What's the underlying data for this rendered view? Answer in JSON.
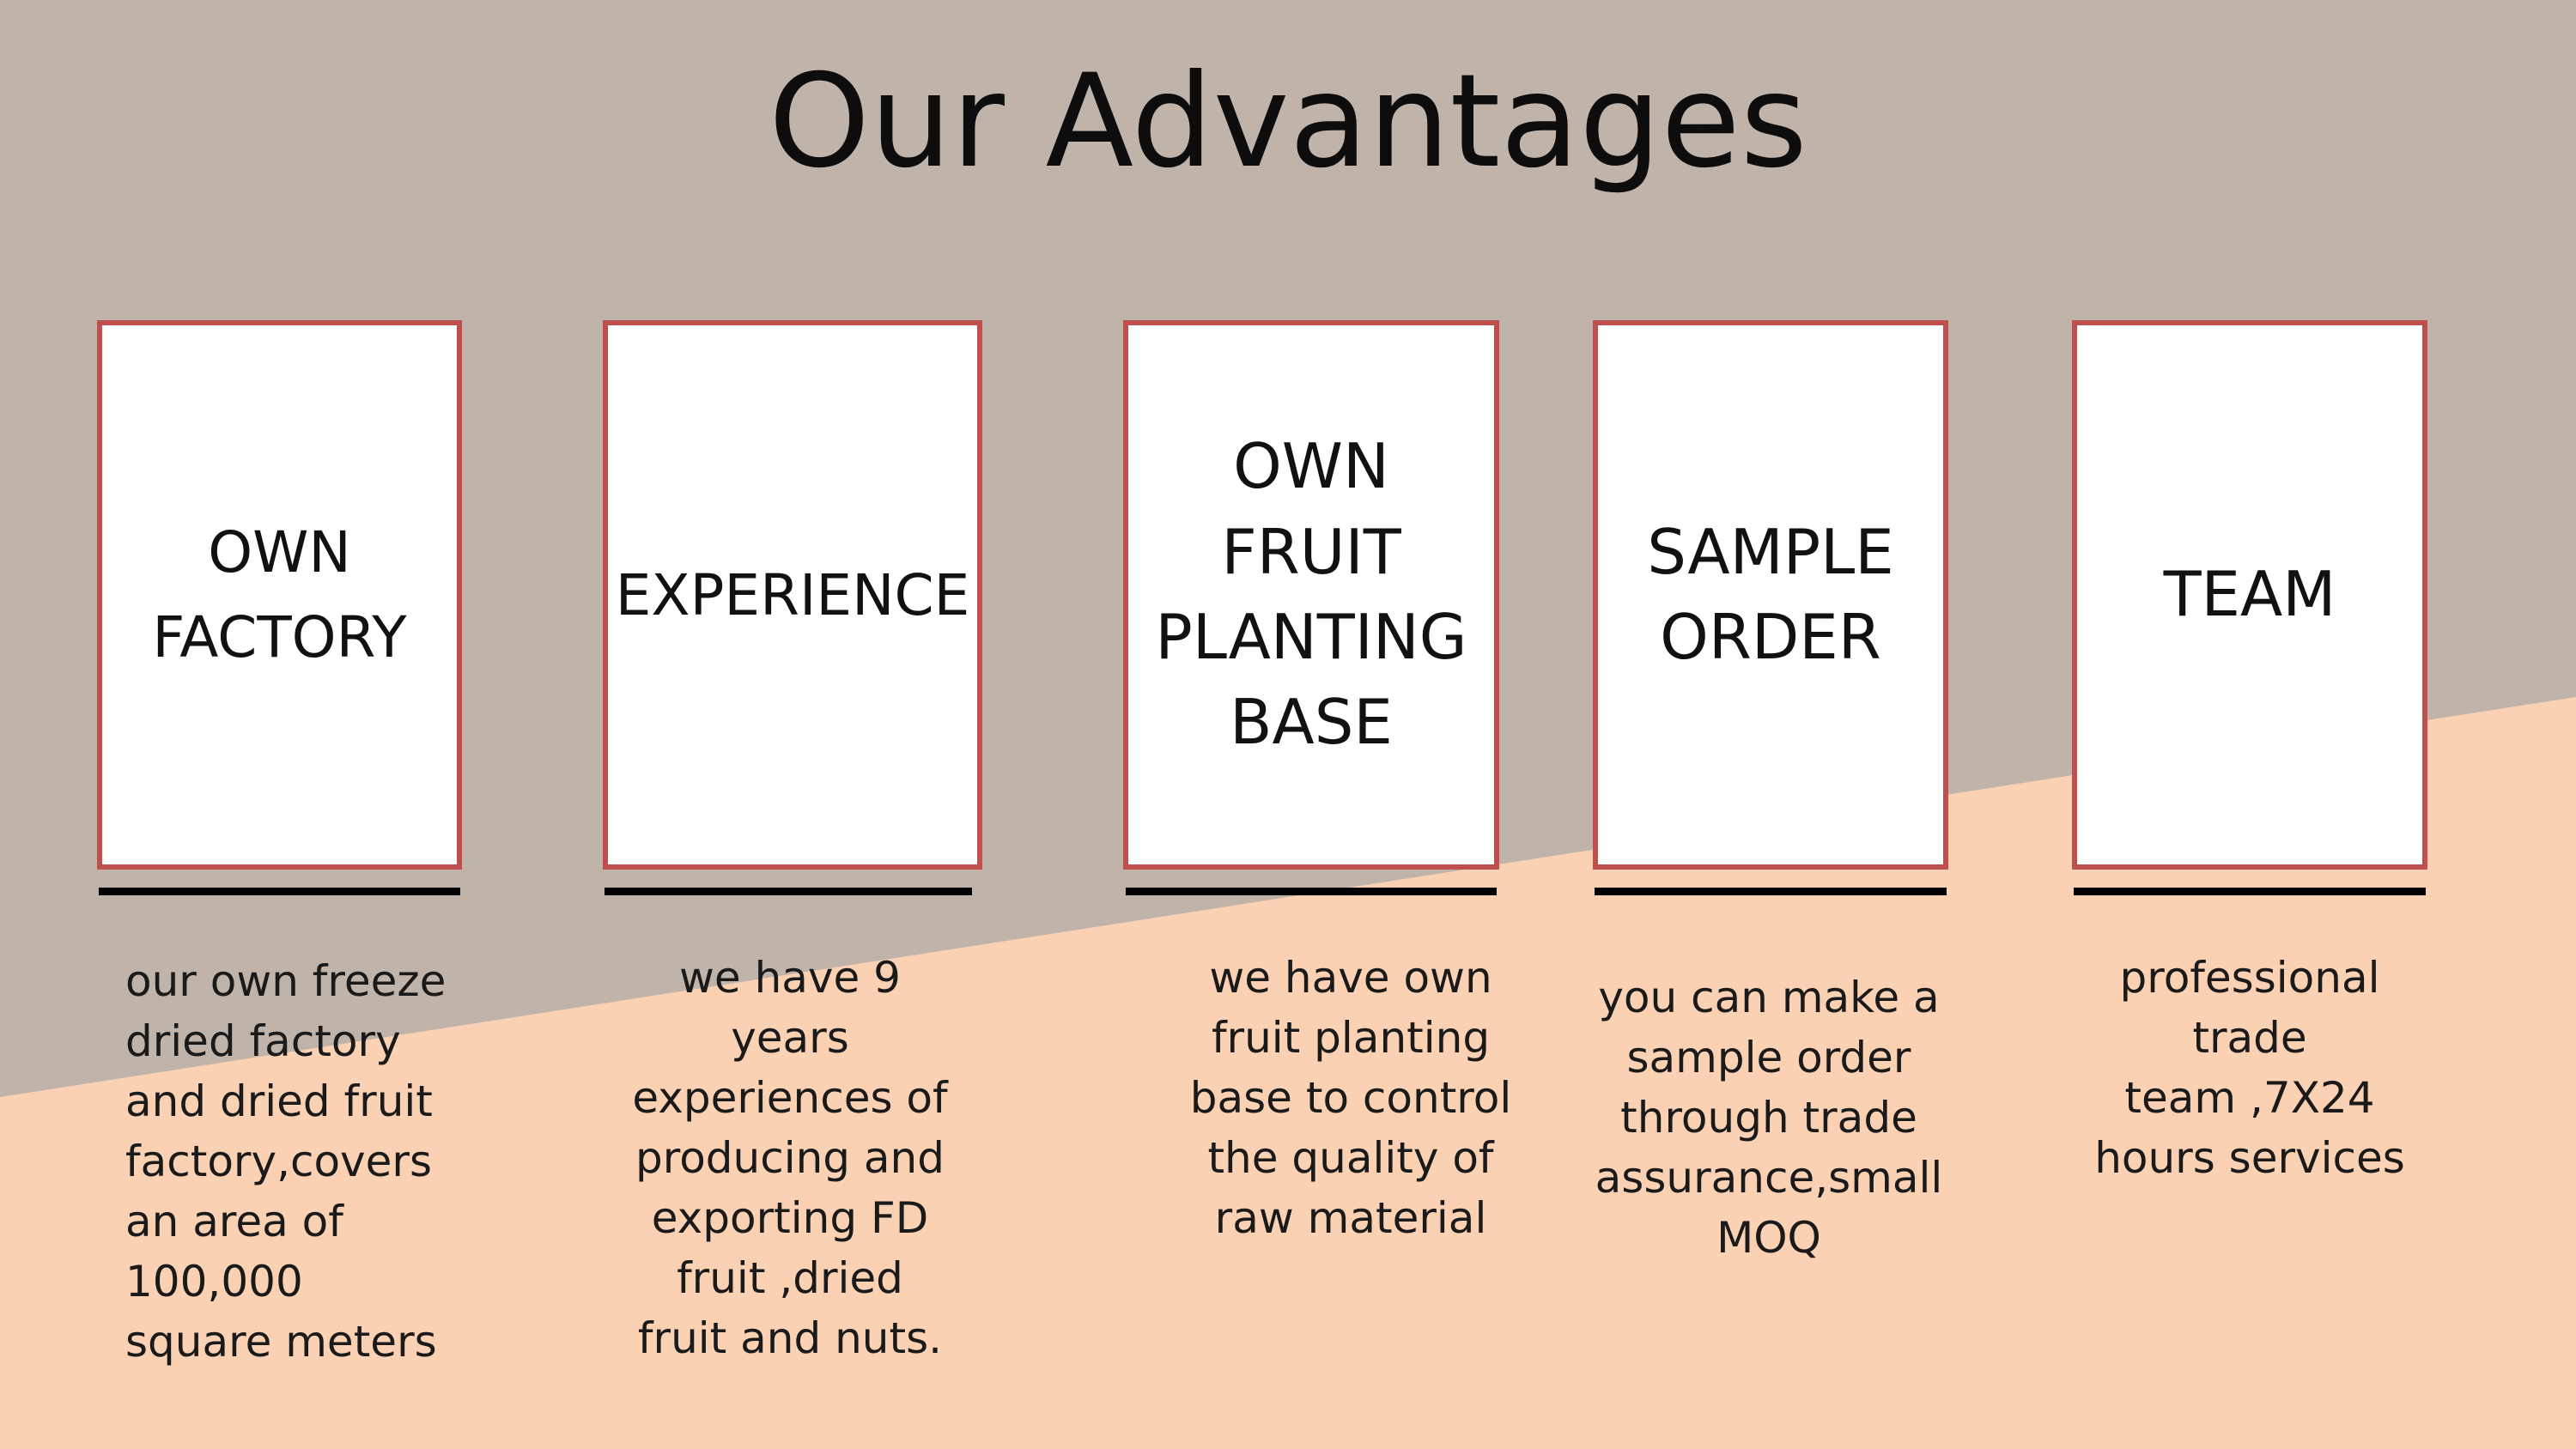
{
  "slide": {
    "title": "Our Advantages",
    "colors": {
      "top_background": "#bfb3aa",
      "bottom_background": "#fbd1b4",
      "card_border": "#c0504d",
      "card_fill": "#ffffff",
      "rule": "#000000"
    }
  },
  "advantages": [
    {
      "heading_lines": [
        "OWN",
        "FACTORY"
      ],
      "description_lines": [
        "our own freeze",
        "dried factory",
        "and dried fruit",
        "factory,covers",
        "an area of",
        "100,000",
        "square meters"
      ]
    },
    {
      "heading_lines": [
        "EXPERIENCE"
      ],
      "description_lines": [
        "we have 9",
        "years",
        "experiences  of",
        "producing and",
        "exporting FD",
        "fruit ,dried",
        "fruit and nuts."
      ]
    },
    {
      "heading_lines": [
        "OWN",
        "FRUIT",
        "PLANTING",
        "BASE"
      ],
      "description_lines": [
        "we have own",
        "fruit planting",
        "base to control",
        "the quality of",
        "raw material"
      ]
    },
    {
      "heading_lines": [
        "SAMPLE",
        "ORDER"
      ],
      "description_lines": [
        "you can make a",
        "sample order",
        "through trade",
        "assurance,small",
        "MOQ"
      ]
    },
    {
      "heading_lines": [
        "TEAM"
      ],
      "description_lines": [
        "professional",
        "trade",
        "team ,7X24",
        "hours services"
      ]
    }
  ]
}
